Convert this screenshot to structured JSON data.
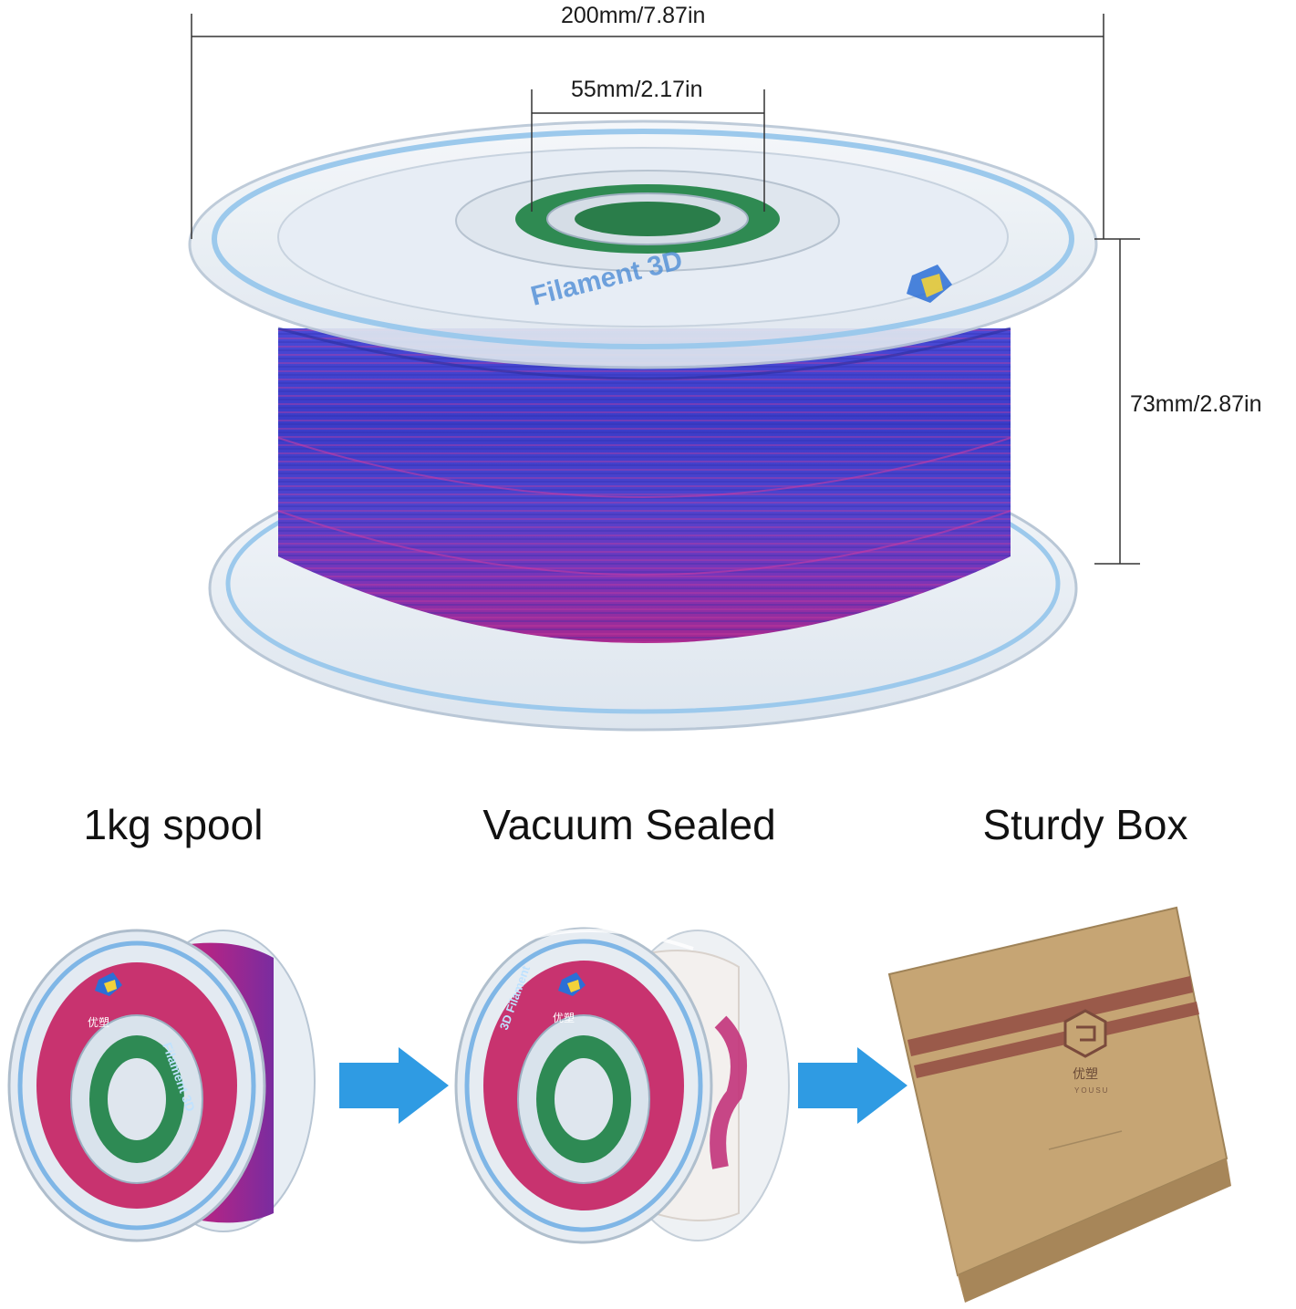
{
  "dimensions": {
    "outer_diameter": "200mm/7.87in",
    "inner_diameter": "55mm/2.17in",
    "width": "73mm/2.87in"
  },
  "main_spool": {
    "flange_label": "Filament 3D",
    "filament_colors": [
      "#3b3fd0",
      "#b0268f"
    ]
  },
  "stages": [
    {
      "caption": "1kg spool"
    },
    {
      "caption": "Vacuum Sealed"
    },
    {
      "caption": "Sturdy Box"
    }
  ],
  "small_spool_labels": {
    "flange_label": "Filament 3D",
    "side_label": "3D Filament",
    "brand_label": "优塑"
  },
  "box": {
    "brand_name": "优塑",
    "brand_latin": "YOUSU"
  },
  "colors": {
    "arrow": "#2f9be3",
    "dimension_line": "#333333",
    "box_kraft": "#c9a979",
    "box_stripe": "#9a5a4a",
    "flange_blue": "#9cc9ec"
  }
}
